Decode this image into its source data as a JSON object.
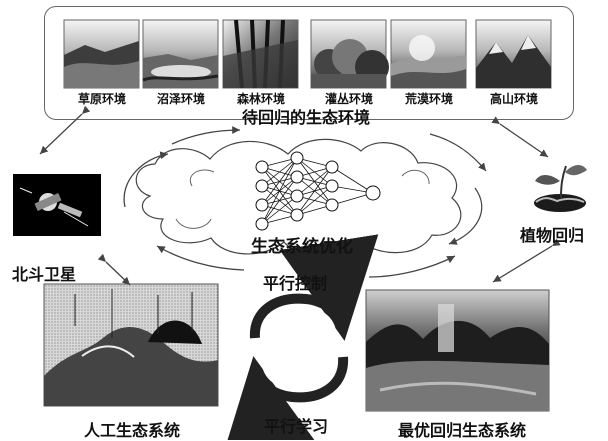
{
  "top_panel": {
    "title": "待回归的生态环境",
    "environments": [
      {
        "label": "草原环境"
      },
      {
        "label": "沼泽环境"
      },
      {
        "label": "森林环境"
      },
      {
        "label": "灌丛环境"
      },
      {
        "label": "荒漠环境"
      },
      {
        "label": "高山环境"
      }
    ]
  },
  "center": {
    "cloud_label": "生态系统优化",
    "control_label": "平行控制",
    "learning_label": "平行学习"
  },
  "left": {
    "satellite_label": "北斗卫星",
    "artificial_label": "人工生态系统"
  },
  "right": {
    "plant_label": "植物回归",
    "optimal_label": "最优回归生态系统"
  },
  "colors": {
    "dark": "#111111",
    "mid": "#666666",
    "light": "#d9d9d9"
  }
}
